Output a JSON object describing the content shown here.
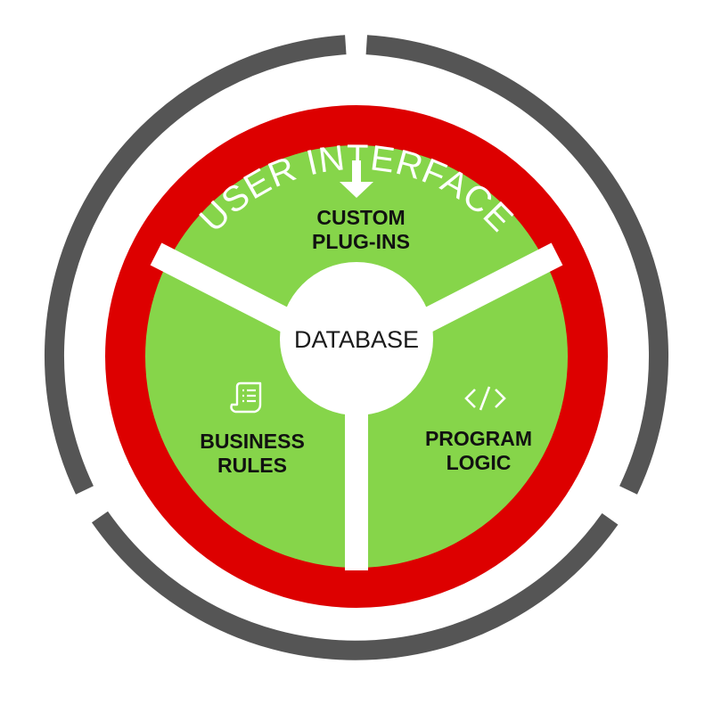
{
  "colors": {
    "outer_ring": "#555555",
    "ui_ring": "#dd0000",
    "core": "#86d54a",
    "spokes": "#ffffff",
    "hub": "#ffffff",
    "arc_text": "#ffffff",
    "segment_text": "#111111",
    "icon_white": "#ffffff"
  },
  "ring_label": "USER INTERFACE",
  "hub_label": "DATABASE",
  "segments": [
    {
      "id": "custom-plugins",
      "icon": "down-arrow-icon",
      "lines": [
        "CUSTOM",
        "PLUG-INS"
      ]
    },
    {
      "id": "business-rules",
      "icon": "document-list-icon",
      "lines": [
        "BUSINESS",
        "RULES"
      ]
    },
    {
      "id": "program-logic",
      "icon": "code-brackets-icon",
      "lines": [
        "PROGRAM",
        "LOGIC"
      ]
    }
  ]
}
